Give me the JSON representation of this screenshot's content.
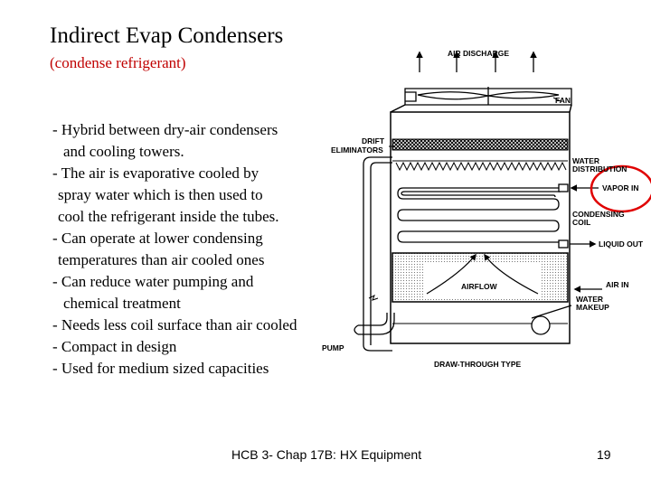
{
  "slide": {
    "title": "Indirect Evap Condensers",
    "subtitle": "(condense refrigerant)",
    "bullets": [
      {
        "line1": "- Hybrid between dry-air condensers",
        "line2": "and cooling towers."
      },
      {
        "line1": "- The air is evaporative cooled by",
        "line2": "spray water which is then used to",
        "line3": "cool the refrigerant inside the tubes."
      },
      {
        "line1": "- Can operate at lower condensing",
        "line2": "temperatures than air cooled ones"
      },
      {
        "line1": "- Can reduce water pumping and",
        "line2": "chemical treatment"
      },
      {
        "line1": "- Needs less coil surface than air cooled"
      },
      {
        "line1": "- Compact in design"
      },
      {
        "line1": "- Used for medium sized capacities"
      }
    ],
    "footer": "HCB 3- Chap 17B: HX Equipment",
    "page_number": "19"
  },
  "diagram": {
    "labels": {
      "air_discharge": "AIR DISCHARGE",
      "fan": "FAN",
      "drift_1": "DRIFT",
      "drift_2": "ELIMINATORS",
      "water_1": "WATER",
      "water_2": "DISTRIBUTION",
      "vapor_in": "VAPOR IN",
      "condensing_1": "CONDENSING",
      "condensing_2": "COIL",
      "liquid_out": "LIQUID OUT",
      "air_in": "AIR IN",
      "makeup_1": "WATER",
      "makeup_2": "MAKEUP",
      "airflow": "AIRFLOW",
      "pump": "PUMP",
      "draw_through": "DRAW-THROUGH TYPE"
    },
    "highlight_color": "#e00000"
  }
}
